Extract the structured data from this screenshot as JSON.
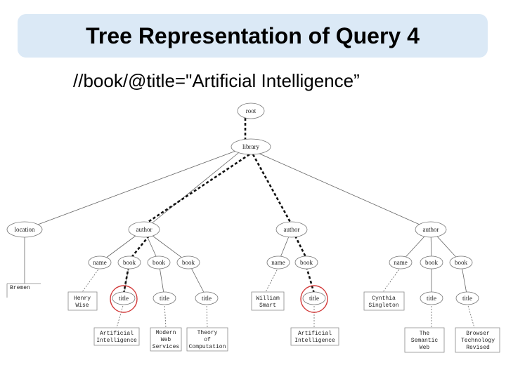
{
  "slide": {
    "title": "Tree Representation of Query 4",
    "query": "//book/@title=\"Artificial Intelligence”"
  },
  "tree": {
    "root": "root",
    "library": "library",
    "location": "location",
    "author_1": "author",
    "author_2": "author",
    "author_3": "author",
    "location_value": "Bremen",
    "a1": {
      "name": "name",
      "book_1": "book",
      "book_2": "book",
      "book_3": "book",
      "name_value": [
        "Henry",
        "Wise"
      ],
      "title_1": "title",
      "title_2": "title",
      "title_3": "title",
      "title_value_1": [
        "Artificial",
        "Intelligence"
      ],
      "title_value_2": [
        "Modern",
        "Web",
        "Services"
      ],
      "title_value_3": [
        "Theory",
        "of",
        "Computation"
      ]
    },
    "a2": {
      "name": "name",
      "book_1": "book",
      "name_value": [
        "William",
        "Smart"
      ],
      "title_1": "title",
      "title_value_1": [
        "Artificial",
        "Intelligence"
      ]
    },
    "a3": {
      "name": "name",
      "book_1": "book",
      "book_2": "book",
      "name_value": [
        "Cynthia",
        "Singleton"
      ],
      "title_1": "title",
      "title_2": "title",
      "title_value_1": [
        "The",
        "Semantic",
        "Web"
      ],
      "title_value_2": [
        "Browser",
        "Technology",
        "Revised"
      ]
    }
  },
  "colors": {
    "highlight": "#d23a3a",
    "title_bar": "#dbe9f6"
  }
}
